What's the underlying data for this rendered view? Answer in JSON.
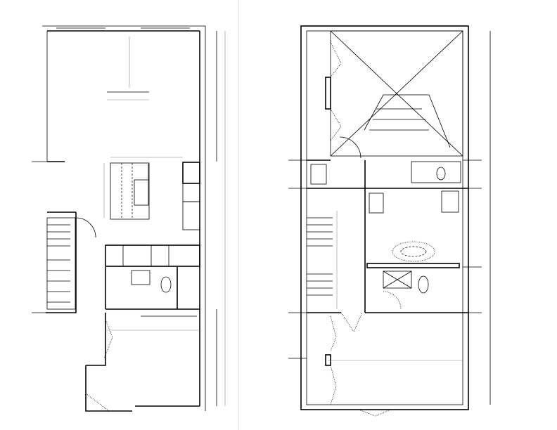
{
  "drawing": {
    "type": "floor-plan",
    "plans": [
      "lower-floor-plan",
      "upper-floor-plan"
    ],
    "colors": {
      "background": "#ffffff",
      "line": "#000000",
      "secondary_line": "#888888",
      "page_divider": "#dddddd"
    }
  }
}
